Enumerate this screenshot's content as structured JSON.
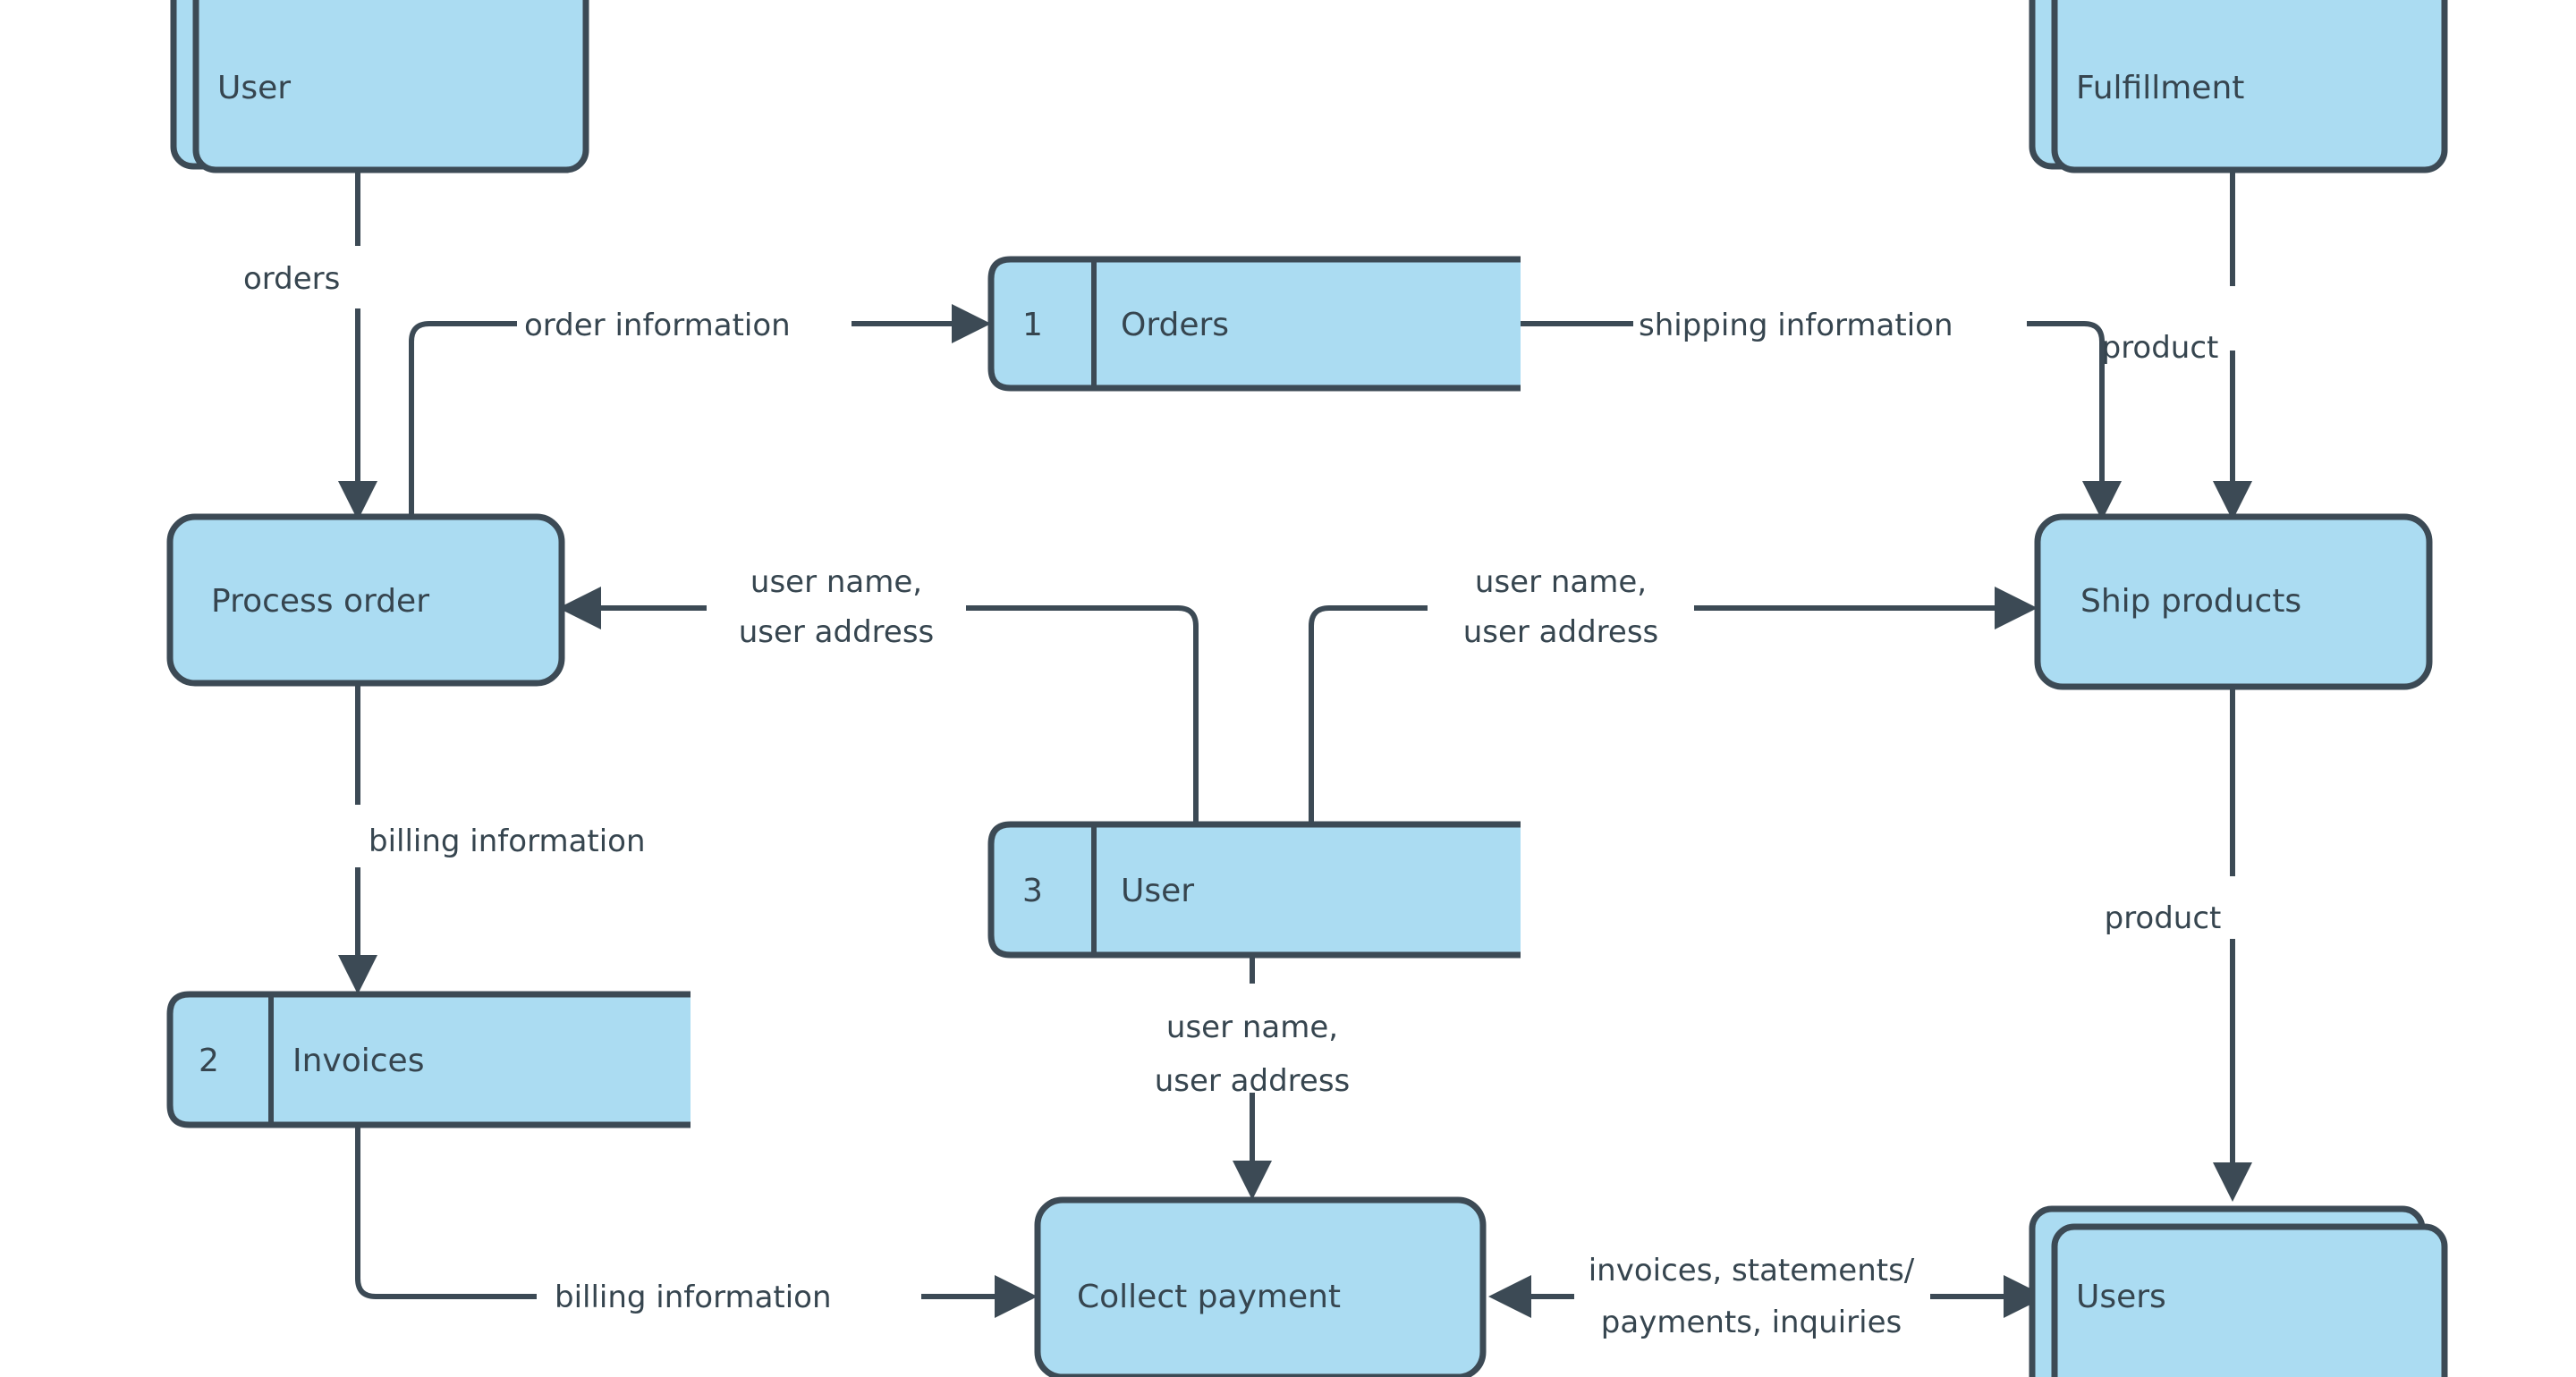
{
  "diagram": {
    "type": "data-flow-diagram",
    "background_color": "#ffffff",
    "node_fill_color": "#abdcf2",
    "node_stroke_color": "#3c4a55",
    "text_color": "#36454f",
    "entities": [
      {
        "id": "user",
        "label": "User",
        "shape": "stacked-rounded-rect"
      },
      {
        "id": "fulfillment",
        "label": "Fulfillment",
        "shape": "stacked-rounded-rect"
      },
      {
        "id": "users",
        "label": "Users",
        "shape": "stacked-rounded-rect"
      }
    ],
    "processes": [
      {
        "id": "process-order",
        "label": "Process order",
        "shape": "rounded-rect"
      },
      {
        "id": "ship-products",
        "label": "Ship products",
        "shape": "rounded-rect"
      },
      {
        "id": "collect-payment",
        "label": "Collect payment",
        "shape": "rounded-rect"
      }
    ],
    "datastores": [
      {
        "id": "store-orders",
        "number": "1",
        "label": "Orders",
        "shape": "open-ended-rect"
      },
      {
        "id": "store-invoices",
        "number": "2",
        "label": "Invoices",
        "shape": "open-ended-rect"
      },
      {
        "id": "store-user",
        "number": "3",
        "label": "User",
        "shape": "open-ended-rect"
      }
    ],
    "flows": [
      {
        "id": "flow-orders",
        "label": "orders",
        "from": "user",
        "to": "process-order",
        "direction": "one-way"
      },
      {
        "id": "flow-order-information",
        "label": "order information",
        "from": "process-order",
        "to": "store-orders",
        "direction": "one-way"
      },
      {
        "id": "flow-shipping-information",
        "label": "shipping information",
        "from": "store-orders",
        "to": "ship-products",
        "direction": "one-way"
      },
      {
        "id": "flow-product-fulfillment",
        "label": "product",
        "from": "fulfillment",
        "to": "ship-products",
        "direction": "one-way"
      },
      {
        "id": "flow-user-info-left",
        "label_line1": "user name,",
        "label_line2": "user address",
        "from": "store-user",
        "to": "process-order",
        "direction": "one-way"
      },
      {
        "id": "flow-user-info-right",
        "label_line1": "user name,",
        "label_line2": "user address",
        "from": "store-user",
        "to": "ship-products",
        "direction": "one-way"
      },
      {
        "id": "flow-billing-to-store",
        "label": "billing information",
        "from": "process-order",
        "to": "store-invoices",
        "direction": "one-way"
      },
      {
        "id": "flow-billing-to-collect",
        "label": "billing information",
        "from": "store-invoices",
        "to": "collect-payment",
        "direction": "one-way"
      },
      {
        "id": "flow-user-info-collect",
        "label_line1": "user name,",
        "label_line2": "user address",
        "from": "store-user",
        "to": "collect-payment",
        "direction": "one-way"
      },
      {
        "id": "flow-product-users",
        "label": "product",
        "from": "ship-products",
        "to": "users",
        "direction": "one-way"
      },
      {
        "id": "flow-invoices-statements",
        "label_line1": "invoices, statements/",
        "label_line2": "payments, inquiries",
        "from": "users",
        "to": "collect-payment",
        "direction": "two-way"
      }
    ]
  },
  "labels": {
    "user": "User",
    "fulfillment": "Fulfillment",
    "users": "Users",
    "process_order": "Process order",
    "ship_products": "Ship products",
    "collect_payment": "Collect payment",
    "store1_num": "1",
    "store1_name": "Orders",
    "store2_num": "2",
    "store2_name": "Invoices",
    "store3_num": "3",
    "store3_name": "User",
    "orders": "orders",
    "order_information": "order information",
    "shipping_information": "shipping information",
    "product_top": "product",
    "product_bottom": "product",
    "user_name_l1_left": "user name,",
    "user_name_l2_left": "user address",
    "user_name_l1_right": "user name,",
    "user_name_l2_right": "user address",
    "user_name_l1_mid": "user name,",
    "user_name_l2_mid": "user address",
    "billing_information_vertical": "billing information",
    "billing_information_horizontal": "billing information",
    "invoices_l1": "invoices, statements/",
    "invoices_l2": "payments, inquiries"
  }
}
